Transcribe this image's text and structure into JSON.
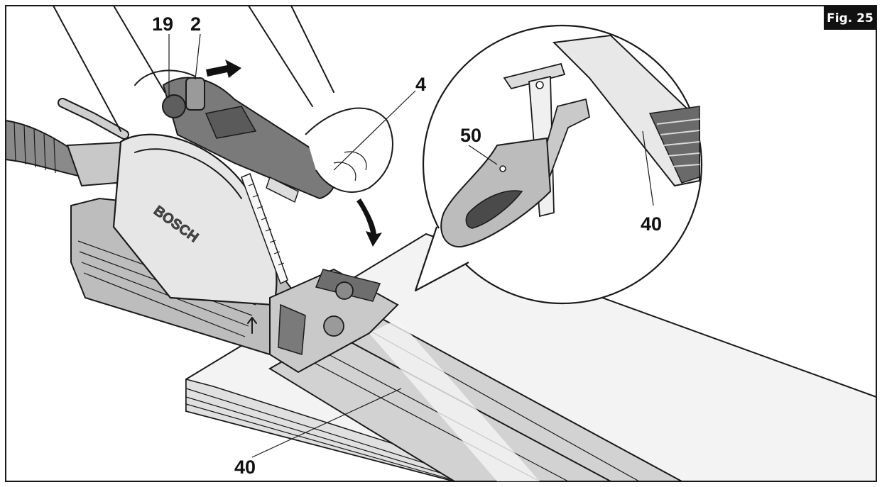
{
  "figure": {
    "tag": "Fig. 25"
  },
  "callouts": {
    "c19": "19",
    "c2": "2",
    "c4": "4",
    "c50": "50",
    "c40_inset": "40",
    "c40_rail": "40"
  },
  "saw": {
    "brand": "BOSCH"
  },
  "colors": {
    "line": "#1a1a1a",
    "body_gray": "#bdbdbd",
    "dark_gray": "#6e6e6e",
    "light_gray": "#e6e6e6",
    "rail_gray": "#d2d2d2",
    "tag_bg": "#111111"
  },
  "arrows": {
    "top_arrow": "arrow-right-icon",
    "down_arrow": "arrow-down-curved-icon"
  }
}
